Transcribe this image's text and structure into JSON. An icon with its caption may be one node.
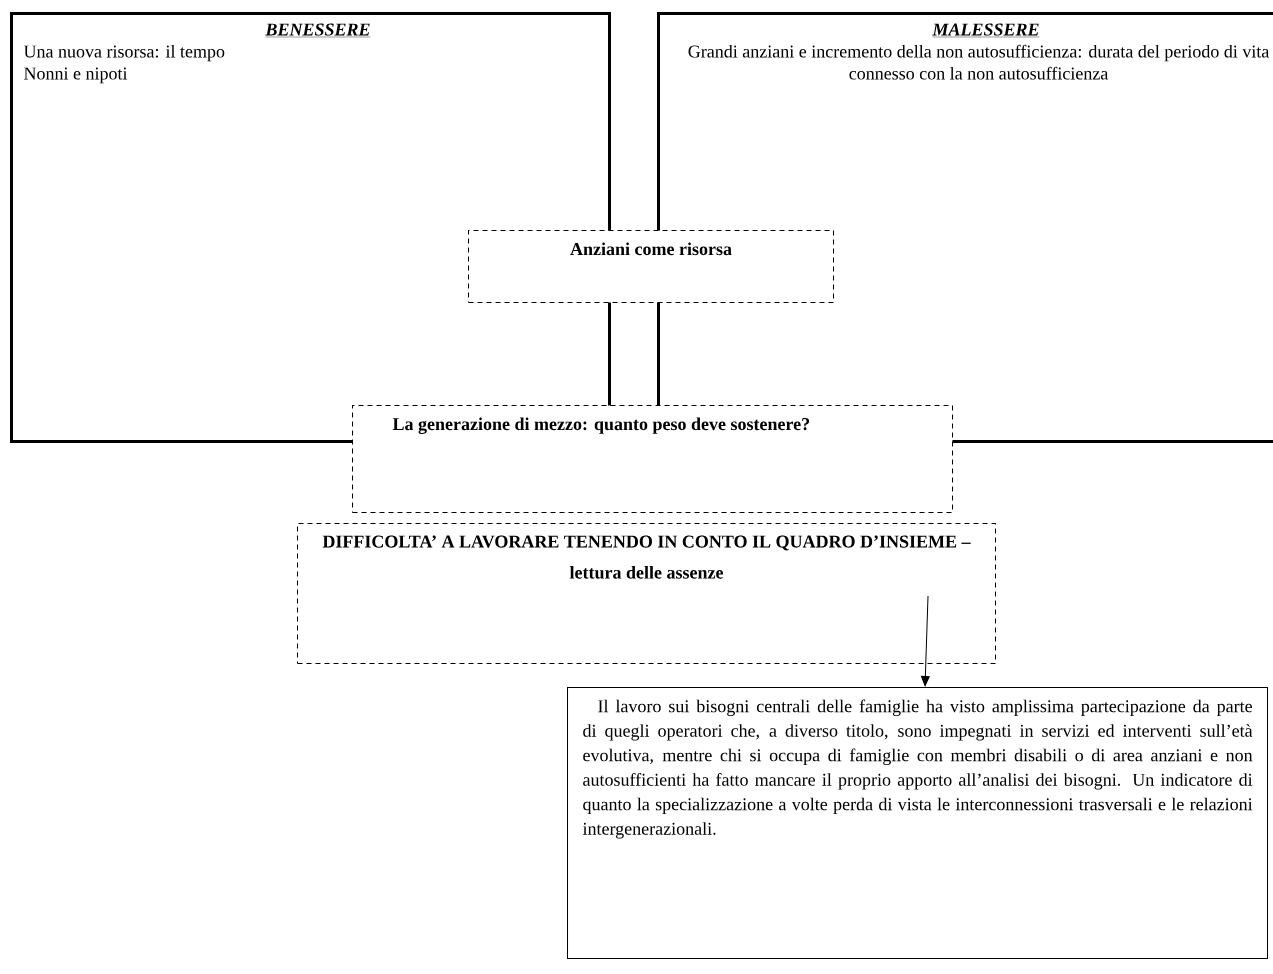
{
  "diagram": {
    "nodes": [
      {
        "text": [
          "BENESSERE",
          "Una nuova risorsa: il tempo",
          "Nonni e nipoti"
        ]
      },
      {
        "text": [
          "MALESSERE",
          "Grandi anziani e incremento della non autosufficienza: durata del periodo di vita connesso con la non autosufficienza"
        ]
      },
      {
        "text": [
          "Anziani come risorsa"
        ]
      },
      {
        "text": [
          "La generazione di mezzo: quanto peso deve sostenere?"
        ]
      },
      {
        "text": [
          "DIFFICOLTA’ A LAVORARE TENENDO IN CONTO IL QUADRO D’INSIEME – lettura delle assenze"
        ]
      },
      {
        "text": [
          "Il lavoro sui bisogni centrali delle famiglie ha visto amplissima partecipazione da parte di quegli operatori che, a diverso titolo, sono impegnati in servizi ed interventi sull’età evolutiva, mentre chi si occupa di famiglie con membri disabili o di area anziani e non autosufficienti ha fatto mancare il proprio apporto all’analisi dei bisogni. Un indicatore di quanto la specializzazione a volte perda di vista le interconnessioni trasversali e  le relazioni intergenerazionali."
        ]
      }
    ],
    "edges": [
      {
        "from": 4,
        "to": 5,
        "arrow": "to"
      }
    ]
  }
}
